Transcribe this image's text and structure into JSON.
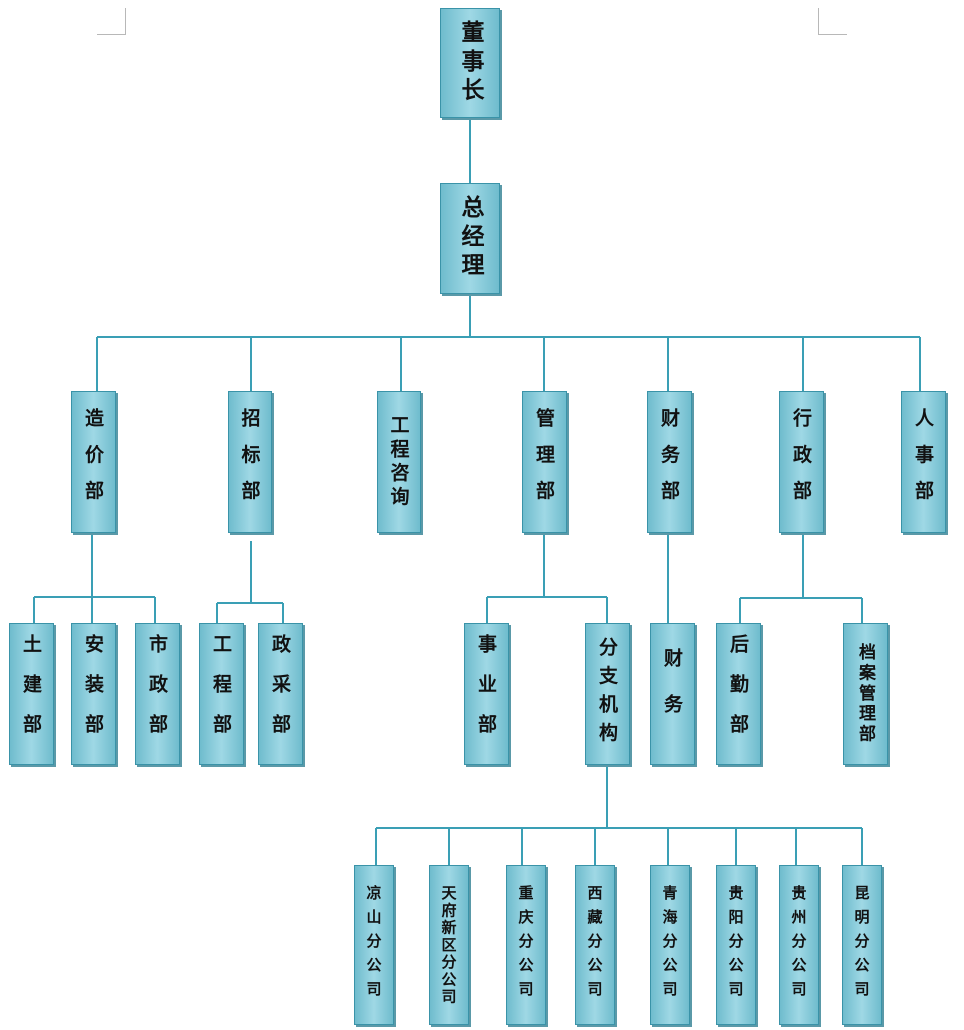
{
  "chart": {
    "nodes": [
      {
        "id": "chairman",
        "label": "董事长"
      },
      {
        "id": "gm",
        "label": "总经理"
      },
      {
        "id": "cost",
        "label": "造价部"
      },
      {
        "id": "bidding",
        "label": "招标部"
      },
      {
        "id": "consult",
        "label": "工程咨询"
      },
      {
        "id": "mgmt",
        "label": "管理部"
      },
      {
        "id": "finance",
        "label": "财务部"
      },
      {
        "id": "admin",
        "label": "行政部"
      },
      {
        "id": "hr",
        "label": "人事部"
      },
      {
        "id": "civil",
        "label": "土建部"
      },
      {
        "id": "install",
        "label": "安装部"
      },
      {
        "id": "municipal",
        "label": "市政部"
      },
      {
        "id": "eng",
        "label": "工程部"
      },
      {
        "id": "procure",
        "label": "政采部"
      },
      {
        "id": "business",
        "label": "事业部"
      },
      {
        "id": "branch",
        "label": "分支机构"
      },
      {
        "id": "fin2",
        "label": "财务"
      },
      {
        "id": "logistics",
        "label": "后勤部"
      },
      {
        "id": "archives",
        "label": "档案管理部"
      },
      {
        "id": "liangshan",
        "label": "凉山分公司"
      },
      {
        "id": "tianfu",
        "label": "天府新区分公司"
      },
      {
        "id": "chongqing",
        "label": "重庆分公司"
      },
      {
        "id": "xizang",
        "label": "西藏分公司"
      },
      {
        "id": "qinghai",
        "label": "青海分公司"
      },
      {
        "id": "guiyang",
        "label": "贵阳分公司"
      },
      {
        "id": "guizhou",
        "label": "贵州分公司"
      },
      {
        "id": "kunming",
        "label": "昆明分公司"
      }
    ],
    "edges": [
      [
        "chairman",
        "gm"
      ],
      [
        "gm",
        "cost"
      ],
      [
        "gm",
        "bidding"
      ],
      [
        "gm",
        "consult"
      ],
      [
        "gm",
        "mgmt"
      ],
      [
        "gm",
        "finance"
      ],
      [
        "gm",
        "admin"
      ],
      [
        "gm",
        "hr"
      ],
      [
        "cost",
        "civil"
      ],
      [
        "cost",
        "install"
      ],
      [
        "cost",
        "municipal"
      ],
      [
        "bidding",
        "eng"
      ],
      [
        "bidding",
        "procure"
      ],
      [
        "mgmt",
        "business"
      ],
      [
        "mgmt",
        "branch"
      ],
      [
        "finance",
        "fin2"
      ],
      [
        "admin",
        "logistics"
      ],
      [
        "admin",
        "archives"
      ],
      [
        "branch",
        "liangshan"
      ],
      [
        "branch",
        "tianfu"
      ],
      [
        "branch",
        "chongqing"
      ],
      [
        "branch",
        "xizang"
      ],
      [
        "branch",
        "qinghai"
      ],
      [
        "branch",
        "guiyang"
      ],
      [
        "branch",
        "guizhou"
      ],
      [
        "branch",
        "kunming"
      ]
    ],
    "colors": {
      "node_fill": "#8fcfdd",
      "node_border": "#3a93a8",
      "connector": "#3a9fb5"
    }
  }
}
